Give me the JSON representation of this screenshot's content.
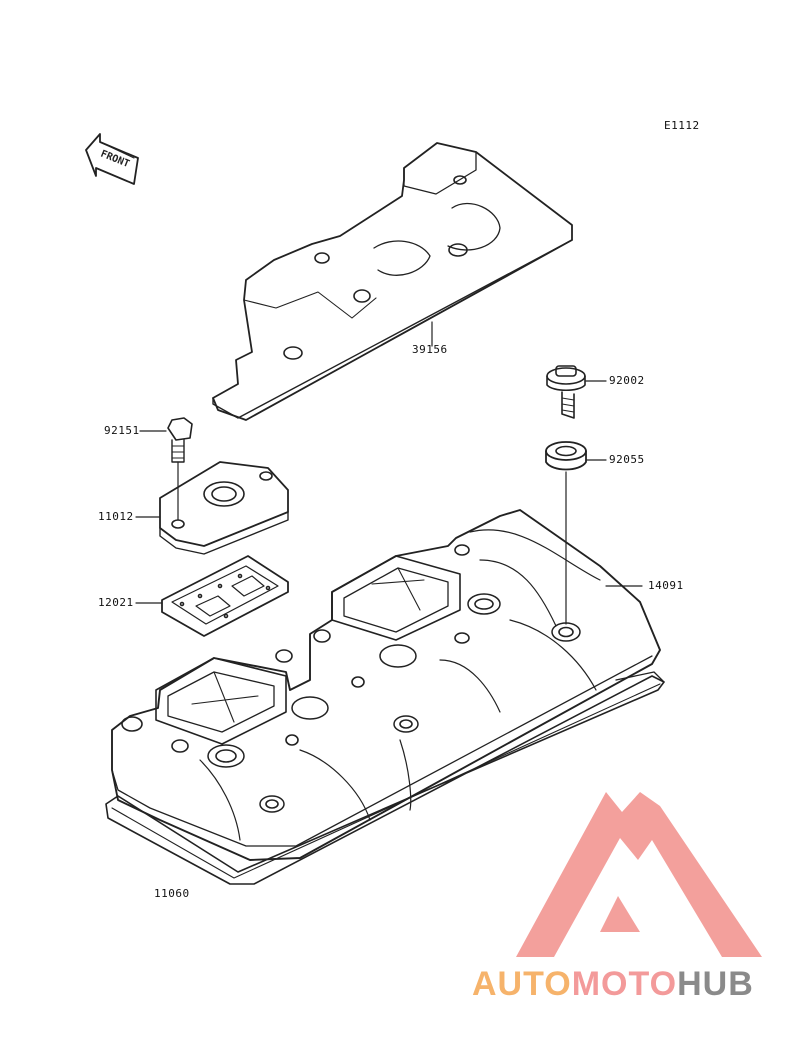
{
  "diagram": {
    "code": "E1112",
    "front_label": "FRONT",
    "parts": [
      {
        "id": "39156"
      },
      {
        "id": "92002"
      },
      {
        "id": "92151"
      },
      {
        "id": "92055"
      },
      {
        "id": "11012"
      },
      {
        "id": "14091"
      },
      {
        "id": "12021"
      },
      {
        "id": "11060"
      }
    ]
  },
  "watermark": {
    "word_a": "AUTO",
    "word_b": "MOTO",
    "word_c": "HUB",
    "color_a": "#f6b36b",
    "color_b": "#f39a9a",
    "color_c": "#8a8a8a",
    "logo_color": "#f3a09c"
  }
}
